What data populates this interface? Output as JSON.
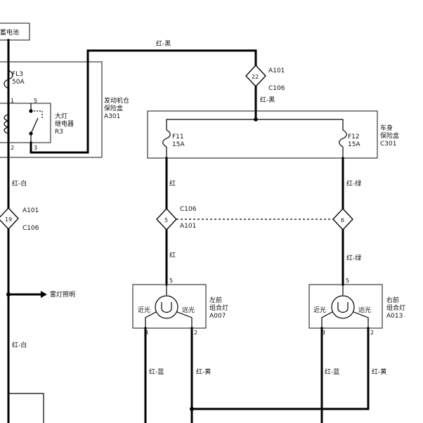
{
  "battery": {
    "label": "蓄电池"
  },
  "engine_fuse_box": {
    "fuse_name": "FL3",
    "fuse_rating": "50A",
    "relay_line1": "大灯",
    "relay_line2": "继电器",
    "relay_line3": "R3",
    "pin1": "1",
    "pin5": "5",
    "pin2": "2",
    "pin3": "3",
    "box_line1": "发动机仓",
    "box_line2": "保险盒",
    "box_line3": "A301"
  },
  "wires": {
    "top": "红-黑",
    "top_lower": "红-黑",
    "left_upper": "红-白",
    "left_lower": "红-白",
    "mid_left_upper": "红",
    "mid_left_lower": "红",
    "mid_right_upper": "红-绿",
    "mid_right_lower": "红-绿",
    "left_lamp_left": "红-蓝",
    "left_lamp_right": "红-黄",
    "right_lamp_left": "红-蓝",
    "right_lamp_right": "红-黄"
  },
  "connectors": {
    "c22": {
      "pin": "22",
      "code": "A101",
      "code2": "C106"
    },
    "c19": {
      "pin": "19",
      "code": "A101",
      "code2": "C106"
    },
    "c5": {
      "pin": "5",
      "code_top": "C106",
      "code_bottom": "A101"
    },
    "c6": {
      "pin": "6"
    }
  },
  "body_fuse_box": {
    "f11_name": "F11",
    "f11_rating": "15A",
    "f12_name": "F12",
    "f12_rating": "15A",
    "box_line1": "车身",
    "box_line2": "保险盒",
    "box_line3": "C301"
  },
  "fog_light": {
    "label": "雾灯照明"
  },
  "left_lamp": {
    "pin_top": "5",
    "pin_left": "3",
    "pin_right": "2",
    "low": "近光",
    "high": "远光",
    "name_line1": "左前",
    "name_line2": "组合灯",
    "name_line3": "A007"
  },
  "right_lamp": {
    "pin_top": "5",
    "pin_left": "3",
    "pin_right": "2",
    "low": "近光",
    "high": "远光",
    "name_line1": "右前",
    "name_line2": "组合灯",
    "name_line3": "A013"
  }
}
